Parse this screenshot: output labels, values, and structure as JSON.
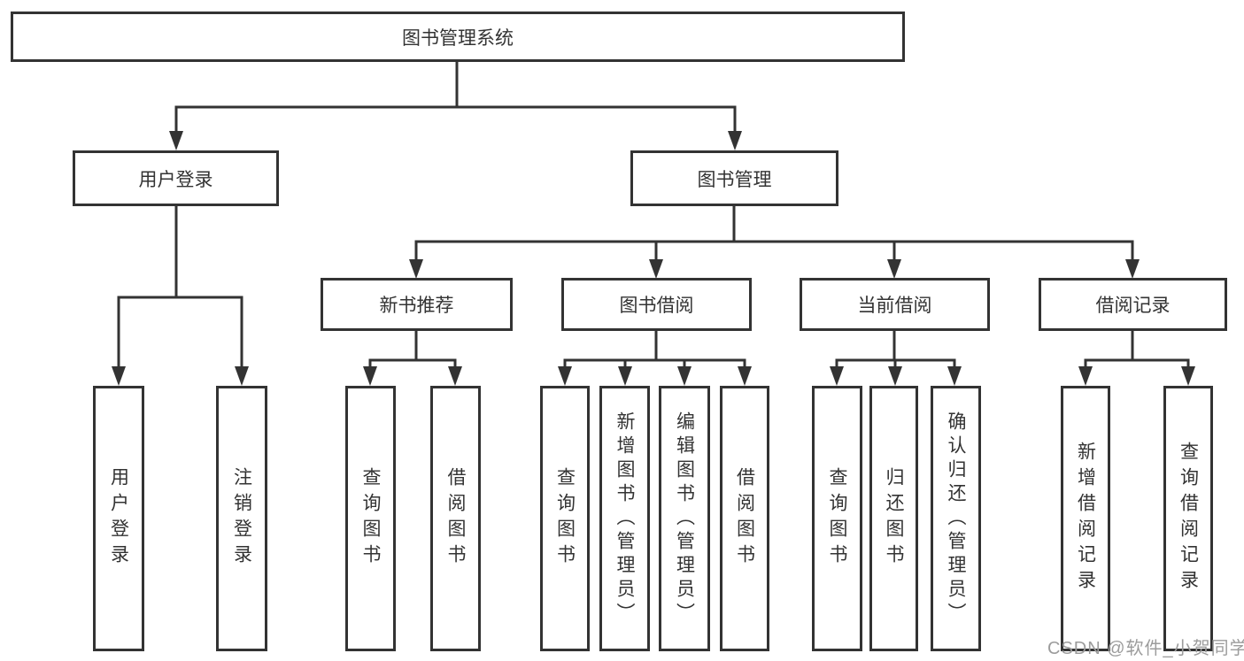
{
  "diagram": {
    "type": "tree",
    "colors": {
      "line": "#333333",
      "box_border": "#333333",
      "box_background": "#ffffff",
      "text": "#333333",
      "watermark": "#9c9c9c"
    },
    "watermark": "CSDN @软件_小贺同学",
    "tree": {
      "root": "图书管理系统",
      "branches": [
        {
          "label": "用户登录",
          "children": [
            "用户登录",
            "注销登录"
          ]
        },
        {
          "label": "图书管理",
          "sections": [
            {
              "label": "新书推荐",
              "children": [
                "查询图书",
                "借阅图书"
              ]
            },
            {
              "label": "图书借阅",
              "children": [
                "查询图书",
                "新增图书（管理员）",
                "编辑图书（管理员）",
                "借阅图书"
              ]
            },
            {
              "label": "当前借阅",
              "children": [
                "查询图书",
                "归还图书",
                "确认归还（管理员）"
              ]
            },
            {
              "label": "借阅记录",
              "children": [
                "新增借阅记录",
                "查询借阅记录"
              ]
            }
          ]
        }
      ]
    }
  }
}
